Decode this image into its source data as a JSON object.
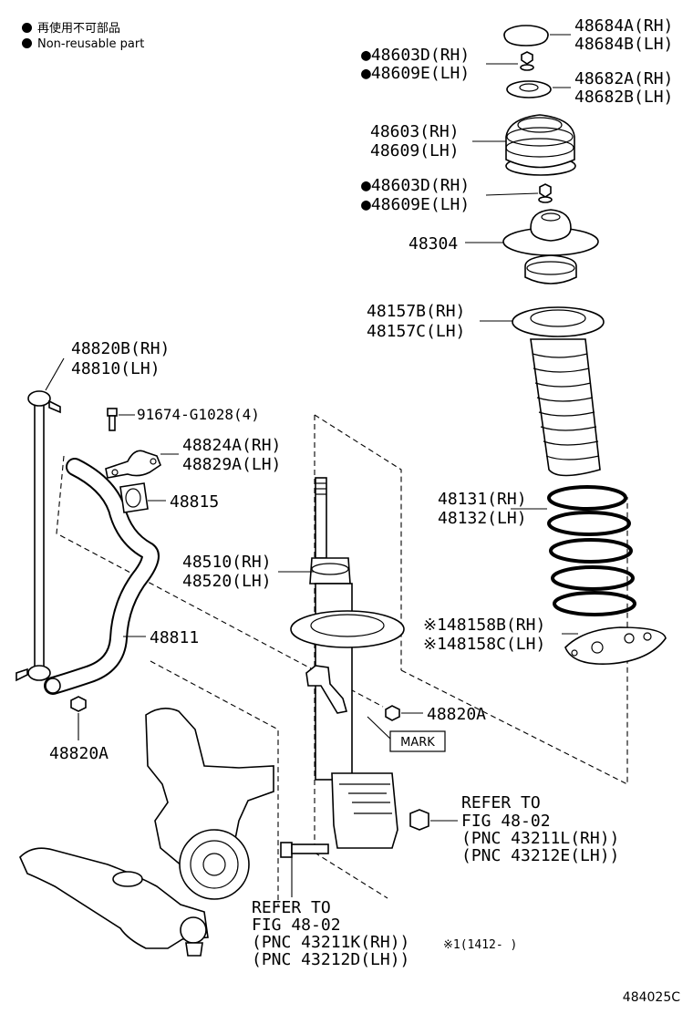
{
  "legend": {
    "japanese": "再使用不可部品",
    "english": "Non-reusable part"
  },
  "parts": [
    {
      "id": "cap",
      "lines": [
        "48684A(RH)",
        "48684B(LH)"
      ]
    },
    {
      "id": "nut-top",
      "lines": [
        "●48603D(RH)",
        "●48609E(LH)"
      ]
    },
    {
      "id": "bearing",
      "lines": [
        "48682A(RH)",
        "48682B(LH)"
      ]
    },
    {
      "id": "support",
      "lines": [
        "48603(RH)",
        "48609(LH)"
      ]
    },
    {
      "id": "nut-mid",
      "lines": [
        "●48603D(RH)",
        "●48609E(LH)"
      ]
    },
    {
      "id": "seat-upper",
      "lines": [
        "48304"
      ]
    },
    {
      "id": "boot",
      "lines": [
        "48157B(RH)",
        "48157C(LH)"
      ]
    },
    {
      "id": "link",
      "lines": [
        "48820B(RH)",
        "48810(LH)"
      ]
    },
    {
      "id": "bolt",
      "lines": [
        "91674-G1028(4)"
      ]
    },
    {
      "id": "bracket",
      "lines": [
        "48824A(RH)",
        "48829A(LH)"
      ]
    },
    {
      "id": "bushing",
      "lines": [
        "48815"
      ]
    },
    {
      "id": "spring",
      "lines": [
        "48131(RH)",
        "48132(LH)"
      ]
    },
    {
      "id": "strut",
      "lines": [
        "48510(RH)",
        "48520(LH)"
      ]
    },
    {
      "id": "stabilizer",
      "lines": [
        "48811"
      ]
    },
    {
      "id": "insulator",
      "lines": [
        "※148158B(RH)",
        "※148158C(LH)"
      ]
    },
    {
      "id": "nut-strut",
      "lines": [
        "48820A"
      ]
    },
    {
      "id": "nut-link",
      "lines": [
        "48820A"
      ]
    }
  ],
  "mark_box": "MARK",
  "refer_right": [
    "REFER TO",
    "FIG 48-02",
    "(PNC 43211L(RH))",
    "(PNC 43212E(LH))"
  ],
  "refer_bottom": [
    "REFER TO",
    "FIG 48-02",
    "(PNC 43211K(RH))",
    "(PNC 43212D(LH))"
  ],
  "footnote": "※1(1412-        )",
  "diagram_id": "484025C"
}
